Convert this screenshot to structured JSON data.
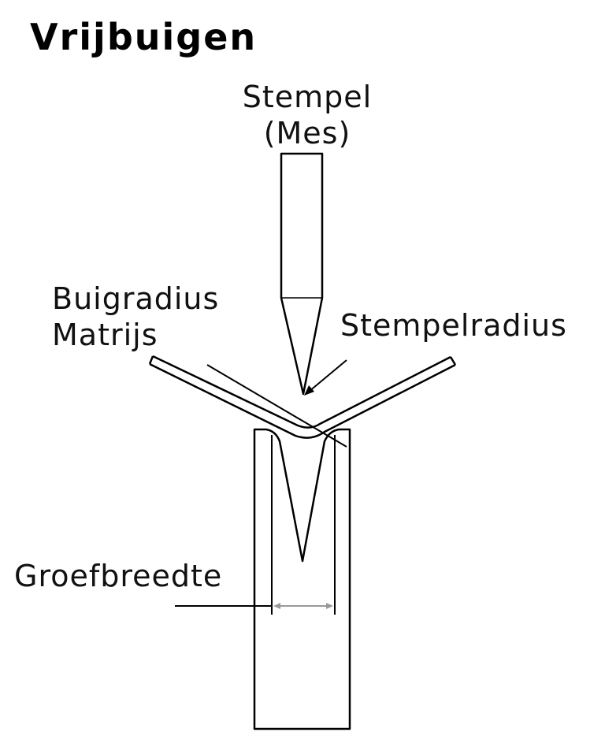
{
  "title": "Vrijbuigen",
  "labels": {
    "punch_line1": "Stempel",
    "punch_line2": "(Mes)",
    "die_radius_line1": "Buigradius",
    "die_radius_line2": "Matrijs",
    "punch_radius": "Stempelradius",
    "groove_width": "Groefbreedte"
  },
  "colors": {
    "line": "#000000",
    "background": "#ffffff",
    "dimension": "#999999"
  }
}
